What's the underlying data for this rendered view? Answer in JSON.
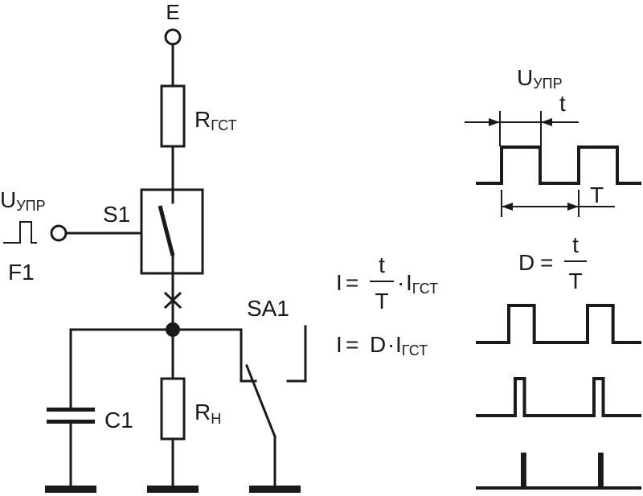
{
  "diagram": {
    "supply": {
      "main": "E"
    },
    "resistor_gst": {
      "main": "R",
      "sub": "ГСТ"
    },
    "switch_s1": {
      "main": "S1"
    },
    "control_input": {
      "main": "U",
      "sub": "УПР"
    },
    "generator": {
      "main": "F1"
    },
    "capacitor": {
      "main": "C1"
    },
    "load_resistor": {
      "main": "R",
      "sub": "Н"
    },
    "switch_sa1": {
      "main": "SA1"
    },
    "timing": {
      "control_label": {
        "main": "U",
        "sub": "УПР"
      },
      "pulse_width_label": "t",
      "period_label": "T"
    },
    "formulas": {
      "current_ratio": {
        "lhs": "I",
        "eq": "=",
        "num": "t",
        "den": "T",
        "dot": "·",
        "rhs_main": "I",
        "rhs_sub": "ГСТ"
      },
      "current_duty": {
        "lhs": "I",
        "eq": "=",
        "d": "D",
        "dot": "·",
        "rhs_main": "I",
        "rhs_sub": "ГСТ"
      },
      "duty_cycle": {
        "lhs": "D",
        "eq": "=",
        "num": "t",
        "den": "T"
      }
    },
    "waveforms": [
      {
        "name": "control",
        "duty": 0.5
      },
      {
        "name": "duty-high",
        "duty": 0.33
      },
      {
        "name": "duty-mid",
        "duty": 0.12
      },
      {
        "name": "duty-low",
        "duty": 0.03
      }
    ]
  }
}
